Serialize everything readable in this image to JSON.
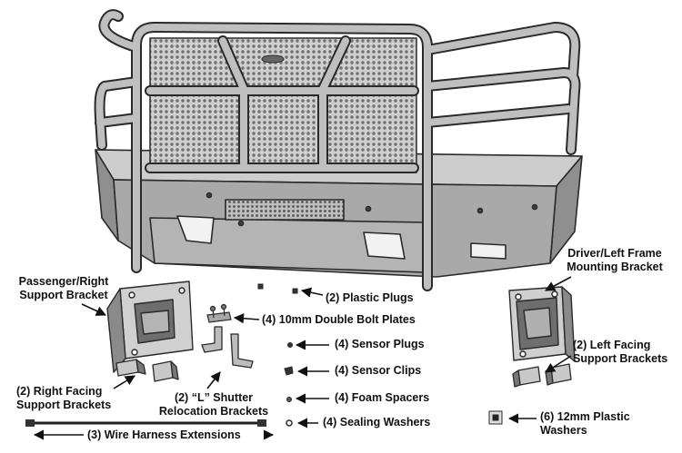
{
  "labels": {
    "passenger_bracket": [
      "Passenger/Right",
      "Support Bracket"
    ],
    "driver_bracket": [
      "Driver/Left Frame",
      "Mounting Bracket"
    ],
    "plastic_plugs": "(2) Plastic Plugs",
    "bolt_plates": "(4) 10mm Double Bolt Plates",
    "sensor_plugs": "(4) Sensor Plugs",
    "sensor_clips": "(4) Sensor Clips",
    "foam_spacers": "(4) Foam Spacers",
    "sealing_washers": "(4) Sealing Washers",
    "right_facing": [
      "(2) Right Facing",
      "Support Brackets"
    ],
    "l_shutter": [
      "(2) “L” Shutter",
      "Relocation Brackets"
    ],
    "wire_harness": "(3) Wire Harness Extensions",
    "left_facing": [
      "(2) Left Facing",
      "Support Brackets"
    ],
    "plastic_washers": [
      "(6) 12mm Plastic",
      "Washers"
    ]
  },
  "colors": {
    "outline": "#2a2a2a",
    "metal_light": "#c4c4c4",
    "metal_mid": "#a6a6a6",
    "metal_dark": "#6e6e6e",
    "mesh": "#8c8c8c",
    "background": "#ffffff"
  }
}
